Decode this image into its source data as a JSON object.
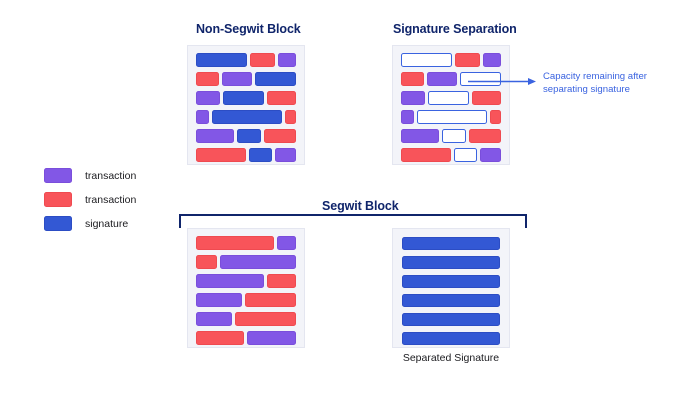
{
  "panels": {
    "nonsegwit": {
      "title": "Non-Segwit Block",
      "rows": [
        [
          {
            "type": "signature",
            "w": 52
          },
          {
            "type": "transaction-red",
            "w": 24
          },
          {
            "type": "transaction-purple",
            "w": 17
          }
        ],
        [
          {
            "type": "transaction-red",
            "w": 22
          },
          {
            "type": "transaction-purple",
            "w": 30
          },
          {
            "type": "transaction-blue",
            "w": 41
          }
        ],
        [
          {
            "type": "transaction-purple",
            "w": 23
          },
          {
            "type": "signature",
            "w": 42
          },
          {
            "type": "transaction-red",
            "w": 29
          }
        ],
        [
          {
            "type": "transaction-purple",
            "w": 11
          },
          {
            "type": "signature",
            "w": 71
          },
          {
            "type": "transaction-red",
            "w": 9
          }
        ],
        [
          {
            "type": "transaction-purple",
            "w": 39
          },
          {
            "type": "signature",
            "w": 24
          },
          {
            "type": "transaction-red",
            "w": 32
          }
        ],
        [
          {
            "type": "transaction-red",
            "w": 51
          },
          {
            "type": "signature",
            "w": 23
          },
          {
            "type": "transaction-purple",
            "w": 20
          }
        ]
      ]
    },
    "sigsep": {
      "title": "Signature Separation",
      "rows": [
        [
          {
            "type": "removed-signature",
            "w": 52
          },
          {
            "type": "transaction-red",
            "w": 24
          },
          {
            "type": "transaction-purple",
            "w": 17
          }
        ],
        [
          {
            "type": "transaction-red",
            "w": 22
          },
          {
            "type": "transaction-purple",
            "w": 30
          },
          {
            "type": "removed-signature",
            "w": 41
          }
        ],
        [
          {
            "type": "transaction-purple",
            "w": 23
          },
          {
            "type": "removed-signature",
            "w": 42
          },
          {
            "type": "transaction-red",
            "w": 29
          }
        ],
        [
          {
            "type": "transaction-purple",
            "w": 11
          },
          {
            "type": "removed-signature",
            "w": 71
          },
          {
            "type": "transaction-red",
            "w": 9
          }
        ],
        [
          {
            "type": "transaction-purple",
            "w": 39
          },
          {
            "type": "removed-signature",
            "w": 24
          },
          {
            "type": "transaction-red",
            "w": 32
          }
        ],
        [
          {
            "type": "transaction-red",
            "w": 51
          },
          {
            "type": "removed-signature",
            "w": 23
          },
          {
            "type": "transaction-purple",
            "w": 20
          }
        ]
      ]
    },
    "segwit": {
      "title": "Segwit Block",
      "rows": [
        [
          {
            "type": "transaction-red",
            "w": 73
          },
          {
            "type": "transaction-purple",
            "w": 16
          }
        ],
        [
          {
            "type": "transaction-red",
            "w": 19
          },
          {
            "type": "transaction-purple",
            "w": 72
          }
        ],
        [
          {
            "type": "transaction-purple",
            "w": 64
          },
          {
            "type": "transaction-red",
            "w": 26
          }
        ],
        [
          {
            "type": "transaction-purple",
            "w": 44
          },
          {
            "type": "transaction-red",
            "w": 49
          }
        ],
        [
          {
            "type": "transaction-purple",
            "w": 34
          },
          {
            "type": "transaction-red",
            "w": 58
          }
        ],
        [
          {
            "type": "transaction-red",
            "w": 45
          },
          {
            "type": "transaction-purple",
            "w": 46
          }
        ]
      ]
    },
    "separated_signature": {
      "caption": "Separated Signature",
      "bar_count": 6
    }
  },
  "annotation": {
    "text": "Capacity remaining after separating signature",
    "color": "#3a63e0"
  },
  "legend": {
    "items": [
      {
        "label": "transaction",
        "swatch": "purple",
        "color": "#8257e6"
      },
      {
        "label": "transaction",
        "swatch": "red",
        "color": "#f8545a"
      },
      {
        "label": "signature",
        "swatch": "blue",
        "color": "#3358d4"
      }
    ]
  },
  "colors": {
    "transaction_purple": "#8257e6",
    "transaction_red": "#f8545a",
    "signature_blue": "#3358d4",
    "title_navy": "#10256b",
    "panel_background": "#f3f4f9",
    "page_background": "#ffffff"
  }
}
